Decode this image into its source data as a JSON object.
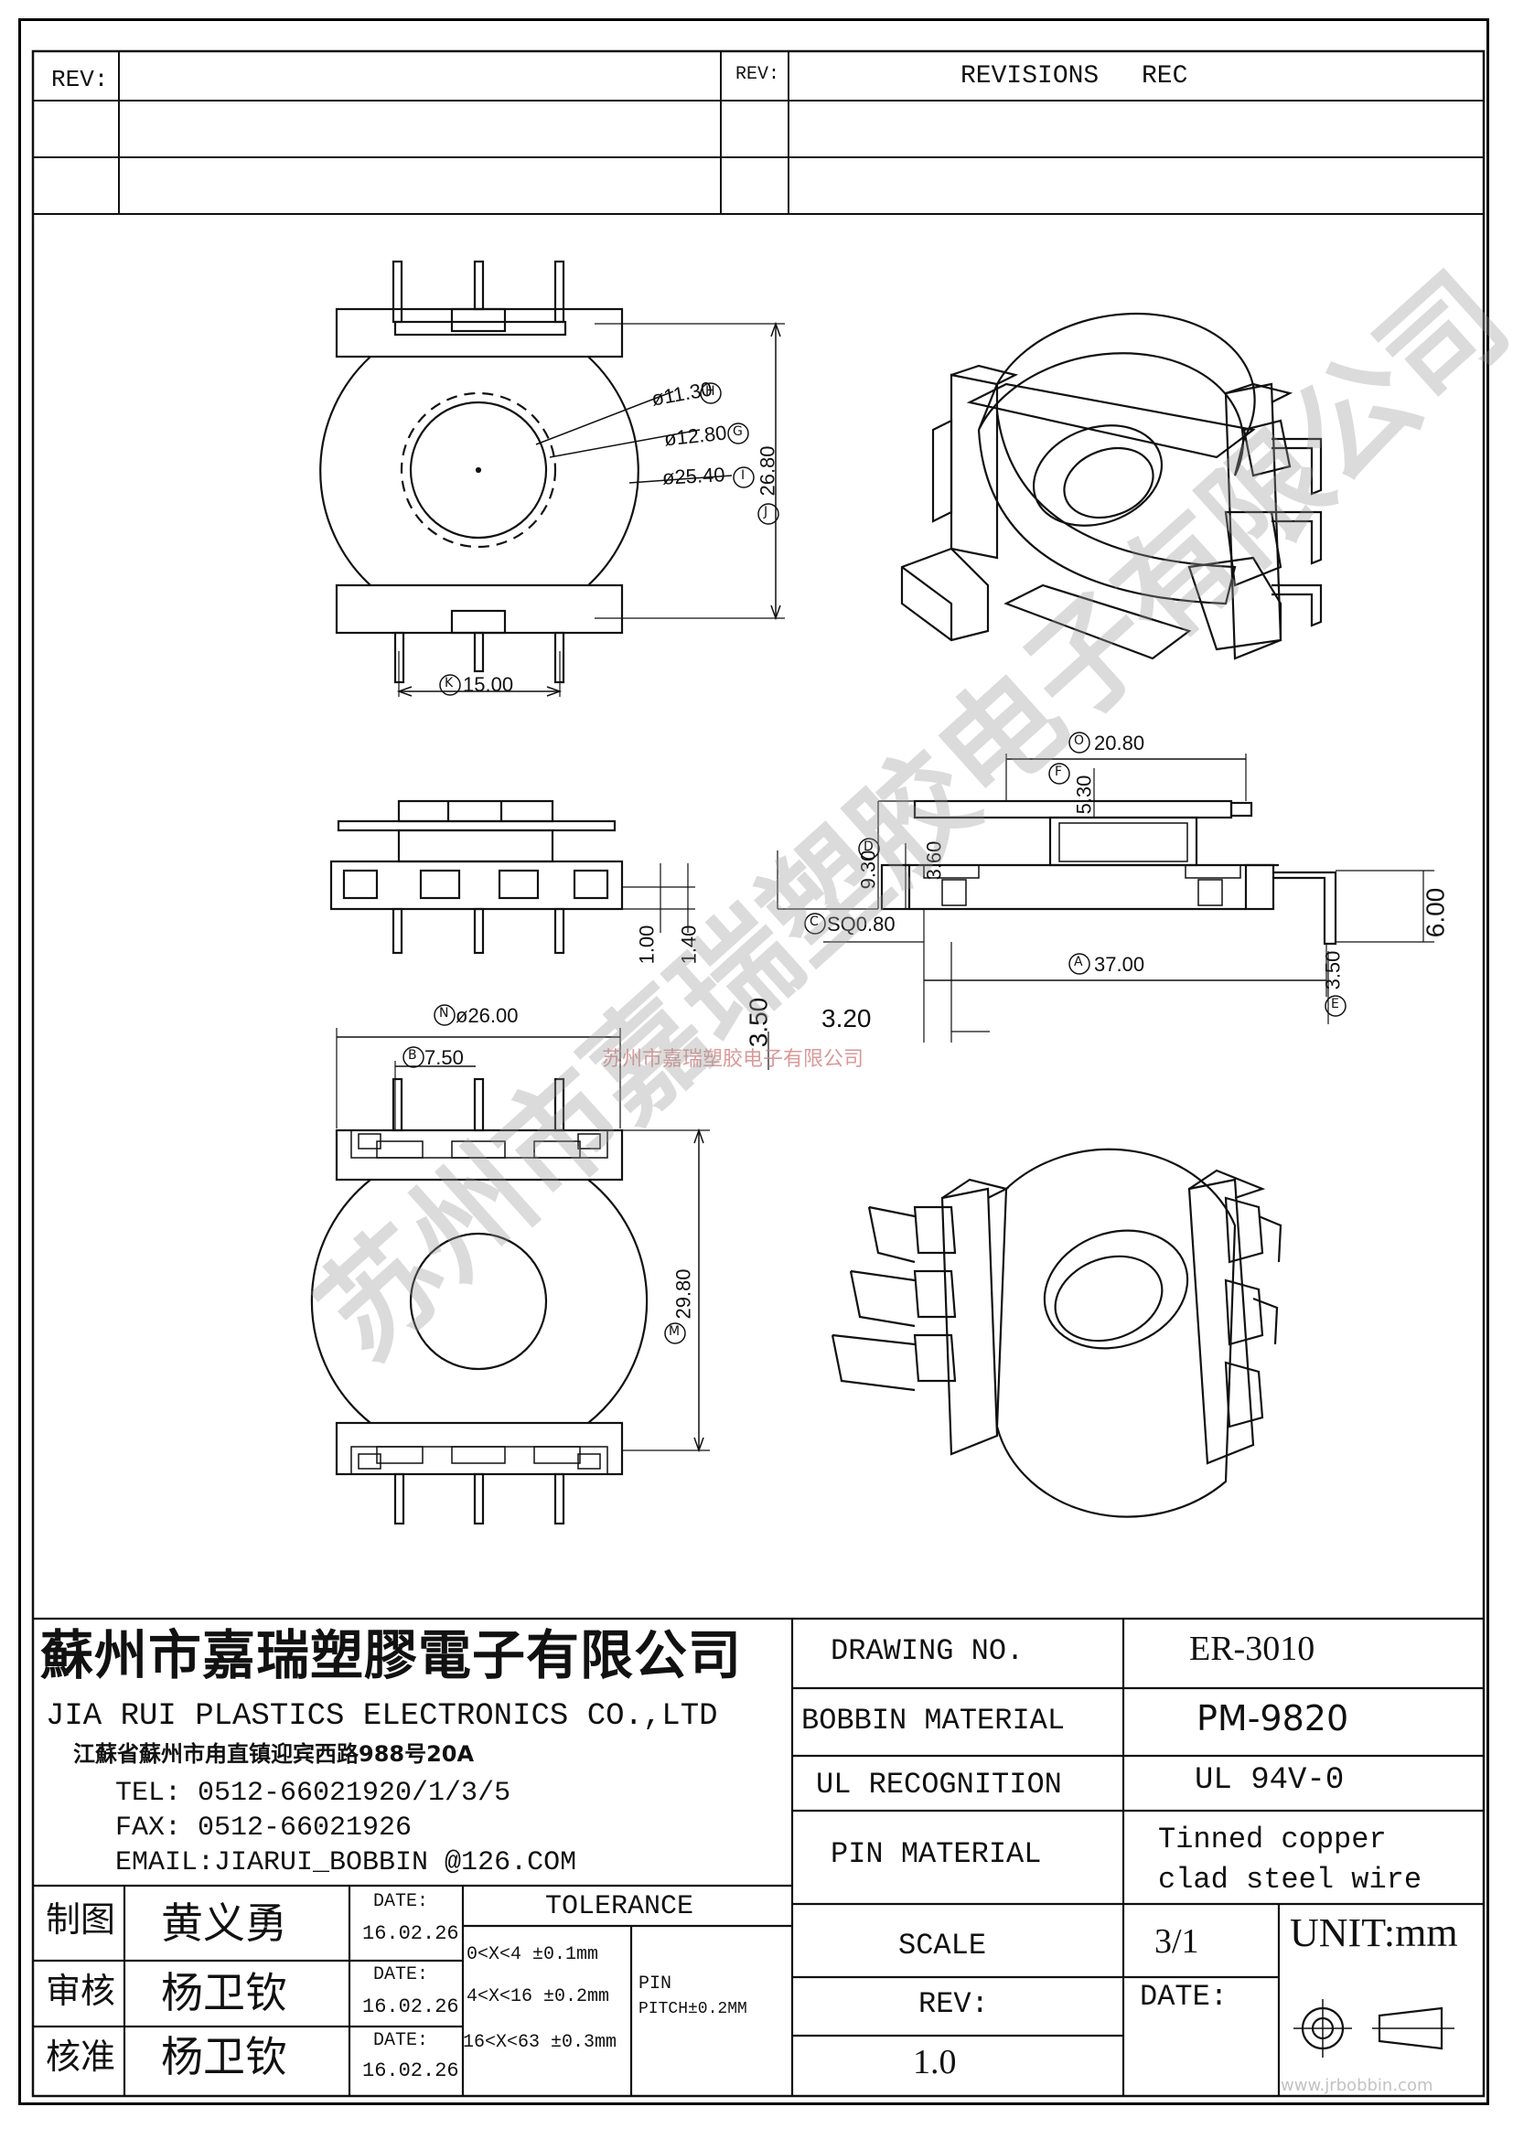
{
  "revision_header": {
    "rev_left": "REV:",
    "rev_mid": "REV:",
    "revisions": "REVISIONS",
    "rec": "REC"
  },
  "dimensions": {
    "d_h": "ø11.30",
    "d_g": "ø12.80",
    "d_i": "ø25.40",
    "d_j": "26.80",
    "d_k": "15.00",
    "d_1_00": "1.00",
    "d_1_40": "1.40",
    "d_o": "20.80",
    "d_f": "5.30",
    "d_d": "9.30",
    "d_3_60": "3.60",
    "d_c": "SQ0.80",
    "d_a": "37.00",
    "d_6_00": "6.00",
    "d_3_50r": "3.50",
    "d_3_50l": "3.50",
    "d_3_20": "3.20",
    "d_n": "ø26.00",
    "d_b": "7.50",
    "d_29_80": "29.80"
  },
  "markers": {
    "H": "H",
    "G": "G",
    "I": "I",
    "J": "J",
    "K": "K",
    "O": "O",
    "F": "F",
    "D": "D",
    "C": "C",
    "A": "A",
    "E": "E",
    "N": "N",
    "B": "B",
    "M": "M"
  },
  "watermark": {
    "small": "苏州市嘉瑞塑胶电子有限公司",
    "large": "苏州市嘉瑞塑胶电子有限公司",
    "url": "www.jrbobbin.com"
  },
  "company": {
    "name_cn": "蘇州市嘉瑞塑膠電子有限公司",
    "name_en": "JIA RUI PLASTICS ELECTRONICS CO.,LTD",
    "address": "江蘇省蘇州市甪直镇迎宾西路988号20A",
    "tel": "TEL: 0512-66021920/1/3/5",
    "fax": "FAX: 0512-66021926",
    "email": "EMAIL:JIARUI_BOBBIN @126.COM"
  },
  "signoff": [
    {
      "role": "制图",
      "name": "黄义勇",
      "date_label": "DATE:",
      "date": "16.02.26"
    },
    {
      "role": "审核",
      "name": "杨卫钦",
      "date_label": "DATE:",
      "date": "16.02.26"
    },
    {
      "role": "核准",
      "name": "杨卫钦",
      "date_label": "DATE:",
      "date": "16.02.26"
    }
  ],
  "tolerance": {
    "title": "TOLERANCE",
    "rows": [
      "0<X<4  ±0.1mm",
      "4<X<16 ±0.2mm",
      "16<X<63 ±0.3mm"
    ],
    "pin_label": "PIN",
    "pin_value": "PITCH±0.2MM"
  },
  "spec": {
    "drawing_no_label": "DRAWING  NO.",
    "drawing_no": "ER-3010",
    "bobbin_material_label": "BOBBIN  MATERIAL",
    "bobbin_material": "PM-9820",
    "ul_label": "UL RECOGNITION",
    "ul": "UL 94V-0",
    "pin_material_label": "PIN MATERIAL",
    "pin_material_1": "Tinned copper",
    "pin_material_2": "clad steel wire",
    "scale_label": "SCALE",
    "scale": "3/1",
    "unit": "UNIT:mm",
    "date_label": "DATE:",
    "rev_label": "REV:",
    "rev": "1.0"
  }
}
